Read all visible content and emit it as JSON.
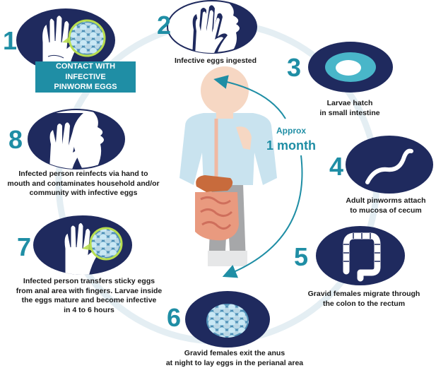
{
  "banner": "CONTACT WITH INFECTIVE\nPINWORM EGGS",
  "cycle": {
    "approx": "Approx",
    "duration": "1 month"
  },
  "stages": [
    {
      "number": "1",
      "caption": ""
    },
    {
      "number": "2",
      "caption": "Infective eggs ingested"
    },
    {
      "number": "3",
      "caption": "Larvae hatch\nin small intestine"
    },
    {
      "number": "4",
      "caption": "Adult pinworms attach\nto mucosa of cecum"
    },
    {
      "number": "5",
      "caption": "Gravid females migrate through\nthe colon to the rectum"
    },
    {
      "number": "6",
      "caption": "Gravid females exit the anus\nat night to lay eggs in the perianal area"
    },
    {
      "number": "7",
      "caption": "Infected person transfers sticky eggs\nfrom anal area with fingers. Larvae inside\nthe eggs mature and become infective\nin 4 to 6 hours"
    },
    {
      "number": "8",
      "caption": "Infected person reinfects via hand to\nmouth and contaminates household and/or\ncommunity with infective eggs"
    }
  ],
  "colors": {
    "accent": "#1f8ea5",
    "navy": "#1f2a5e",
    "ring": "#e4eef3",
    "egg": "#a9d8ec"
  },
  "icons": [
    "hand-icon",
    "egg-cluster-icon",
    "mouth-icon",
    "larva-icon",
    "pinworm-icon",
    "colon-icon",
    "cycle-arrow-icon"
  ]
}
